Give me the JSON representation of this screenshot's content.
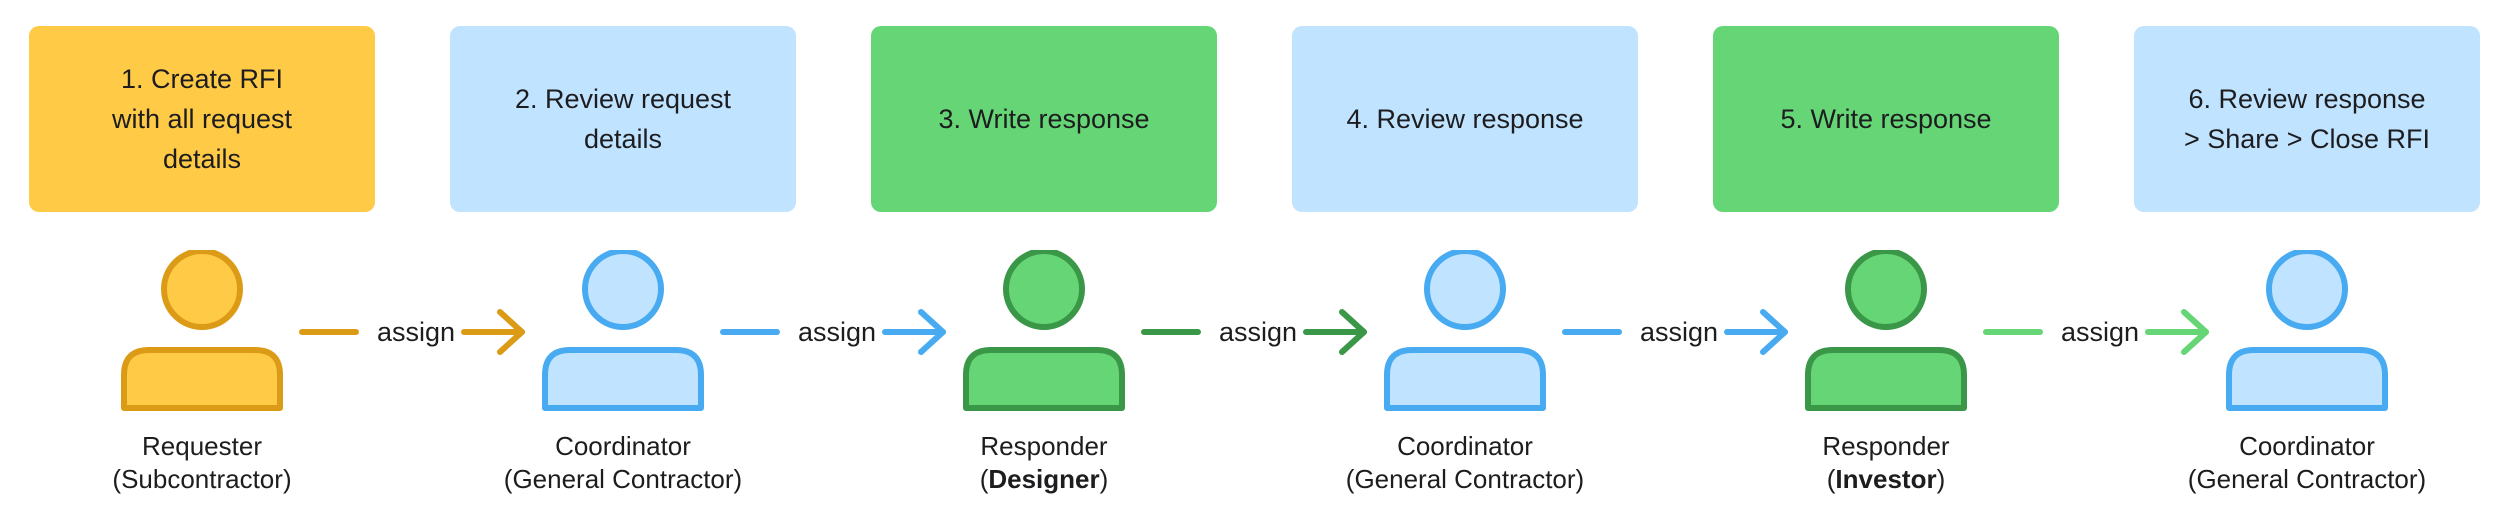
{
  "colors": {
    "yellow_fill": "#FFCA46",
    "yellow_stroke": "#DC9B17",
    "blue_fill": "#C0E3FF",
    "blue_stroke": "#48AAF1",
    "green_fill": "#65D576",
    "green_stroke": "#3A9748",
    "text": "#1D1D1F"
  },
  "steps": [
    {
      "label": "1. Create RFI\nwith all request\ndetails",
      "color": "#FFCA46"
    },
    {
      "label": "2. Review request\ndetails",
      "color": "#C0E3FF"
    },
    {
      "label": "3. Write response",
      "color": "#65D576"
    },
    {
      "label": "4. Review response",
      "color": "#C0E3FF"
    },
    {
      "label": "5. Write response",
      "color": "#65D576"
    },
    {
      "label": "6. Review response\n> Share > Close RFI",
      "color": "#C0E3FF"
    }
  ],
  "actors": [
    {
      "icon": "person-icon",
      "fill": "#FFCA46",
      "stroke": "#DC9B17",
      "role_line1": "Requester",
      "role_line2_prefix": "(",
      "role_line2_name": "Subcontractor",
      "role_line2_suffix": ")",
      "role_line2_bold": false
    },
    {
      "icon": "person-icon",
      "fill": "#C0E3FF",
      "stroke": "#48AAF1",
      "role_line1": "Coordinator",
      "role_line2_prefix": "(",
      "role_line2_name": "General Contractor",
      "role_line2_suffix": ")",
      "role_line2_bold": false
    },
    {
      "icon": "person-icon",
      "fill": "#65D576",
      "stroke": "#3A9748",
      "role_line1": "Responder",
      "role_line2_prefix": "(",
      "role_line2_name": "Designer",
      "role_line2_suffix": ")",
      "role_line2_bold": true
    },
    {
      "icon": "person-icon",
      "fill": "#C0E3FF",
      "stroke": "#48AAF1",
      "role_line1": "Coordinator",
      "role_line2_prefix": "(",
      "role_line2_name": "General Contractor",
      "role_line2_suffix": ")",
      "role_line2_bold": false
    },
    {
      "icon": "person-icon",
      "fill": "#65D576",
      "stroke": "#3A9748",
      "role_line1": "Responder",
      "role_line2_prefix": "(",
      "role_line2_name": "Investor",
      "role_line2_suffix": ")",
      "role_line2_bold": true
    },
    {
      "icon": "person-icon",
      "fill": "#C0E3FF",
      "stroke": "#48AAF1",
      "role_line1": "Coordinator",
      "role_line2_prefix": "(",
      "role_line2_name": "General Contractor",
      "role_line2_suffix": ")",
      "role_line2_bold": false
    }
  ],
  "connectors": [
    {
      "label": "assign",
      "color": "#DC9B17",
      "icon": "arrow-right-icon"
    },
    {
      "label": "assign",
      "color": "#48AAF1",
      "icon": "arrow-right-icon"
    },
    {
      "label": "assign",
      "color": "#3A9748",
      "icon": "arrow-right-icon"
    },
    {
      "label": "assign",
      "color": "#48AAF1",
      "icon": "arrow-right-icon"
    },
    {
      "label": "assign",
      "color": "#65D576",
      "icon": "arrow-right-icon"
    }
  ]
}
